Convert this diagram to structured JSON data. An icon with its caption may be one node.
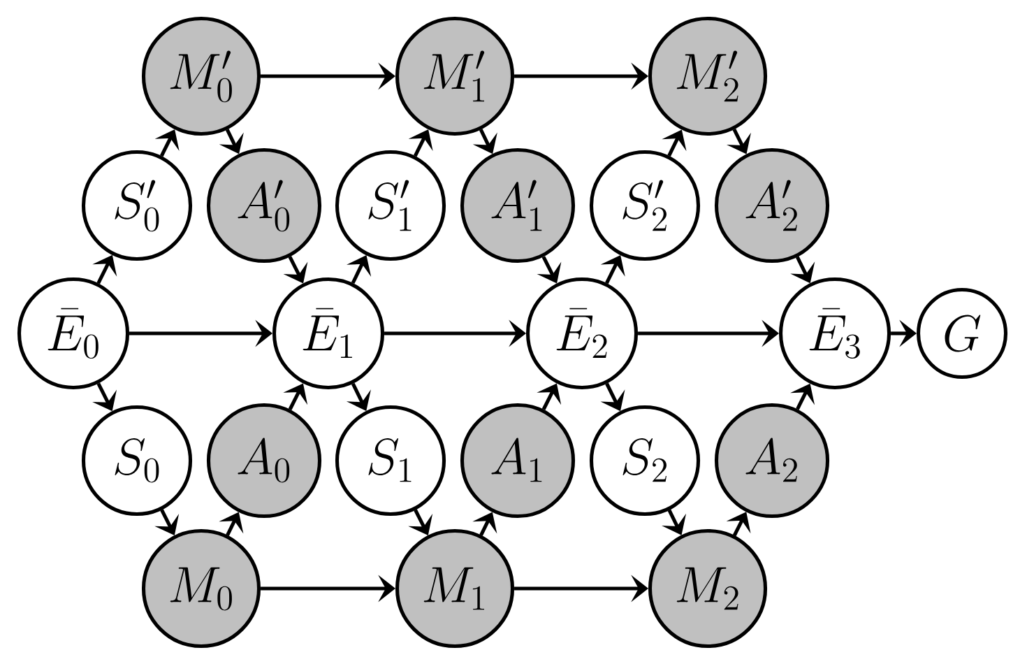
{
  "diagram": {
    "nodes": [
      {
        "text": [
          "M'_0"
        ]
      },
      {
        "text": [
          "M'_1"
        ]
      },
      {
        "text": [
          "M'_2"
        ]
      },
      {
        "text": [
          "S'_0"
        ]
      },
      {
        "text": [
          "A'_0"
        ]
      },
      {
        "text": [
          "S'_1"
        ]
      },
      {
        "text": [
          "A'_1"
        ]
      },
      {
        "text": [
          "S'_2"
        ]
      },
      {
        "text": [
          "A'_2"
        ]
      },
      {
        "text": [
          "\\bar{E}_0"
        ]
      },
      {
        "text": [
          "\\bar{E}_1"
        ]
      },
      {
        "text": [
          "\\bar{E}_2"
        ]
      },
      {
        "text": [
          "\\bar{E}_3"
        ]
      },
      {
        "text": [
          "G"
        ]
      },
      {
        "text": [
          "S_0"
        ]
      },
      {
        "text": [
          "A_0"
        ]
      },
      {
        "text": [
          "S_1"
        ]
      },
      {
        "text": [
          "A_1"
        ]
      },
      {
        "text": [
          "S_2"
        ]
      },
      {
        "text": [
          "A_2"
        ]
      },
      {
        "text": [
          "M_0"
        ]
      },
      {
        "text": [
          "M_1"
        ]
      },
      {
        "text": [
          "M_2"
        ]
      }
    ],
    "edges": [
      {
        "from": 9,
        "to": 10,
        "arrow": "to"
      },
      {
        "from": 9,
        "to": 3,
        "arrow": "to"
      },
      {
        "from": 3,
        "to": 0,
        "arrow": "to"
      },
      {
        "from": 0,
        "to": 4,
        "arrow": "to"
      },
      {
        "from": 4,
        "to": 10,
        "arrow": "to"
      },
      {
        "from": 9,
        "to": 14,
        "arrow": "to"
      },
      {
        "from": 14,
        "to": 20,
        "arrow": "to"
      },
      {
        "from": 20,
        "to": 15,
        "arrow": "to"
      },
      {
        "from": 15,
        "to": 10,
        "arrow": "to"
      },
      {
        "from": 0,
        "to": 1,
        "arrow": "to"
      },
      {
        "from": 20,
        "to": 21,
        "arrow": "to"
      },
      {
        "from": 10,
        "to": 11,
        "arrow": "to"
      },
      {
        "from": 10,
        "to": 5,
        "arrow": "to"
      },
      {
        "from": 5,
        "to": 1,
        "arrow": "to"
      },
      {
        "from": 1,
        "to": 6,
        "arrow": "to"
      },
      {
        "from": 6,
        "to": 11,
        "arrow": "to"
      },
      {
        "from": 10,
        "to": 16,
        "arrow": "to"
      },
      {
        "from": 16,
        "to": 21,
        "arrow": "to"
      },
      {
        "from": 21,
        "to": 17,
        "arrow": "to"
      },
      {
        "from": 17,
        "to": 11,
        "arrow": "to"
      },
      {
        "from": 1,
        "to": 2,
        "arrow": "to"
      },
      {
        "from": 21,
        "to": 22,
        "arrow": "to"
      },
      {
        "from": 11,
        "to": 12,
        "arrow": "to"
      },
      {
        "from": 11,
        "to": 7,
        "arrow": "to"
      },
      {
        "from": 7,
        "to": 2,
        "arrow": "to"
      },
      {
        "from": 2,
        "to": 8,
        "arrow": "to"
      },
      {
        "from": 8,
        "to": 12,
        "arrow": "to"
      },
      {
        "from": 11,
        "to": 18,
        "arrow": "to"
      },
      {
        "from": 18,
        "to": 22,
        "arrow": "to"
      },
      {
        "from": 22,
        "to": 19,
        "arrow": "to"
      },
      {
        "from": 19,
        "to": 12,
        "arrow": "to"
      },
      {
        "from": 12,
        "to": 13,
        "arrow": "to"
      }
    ]
  }
}
